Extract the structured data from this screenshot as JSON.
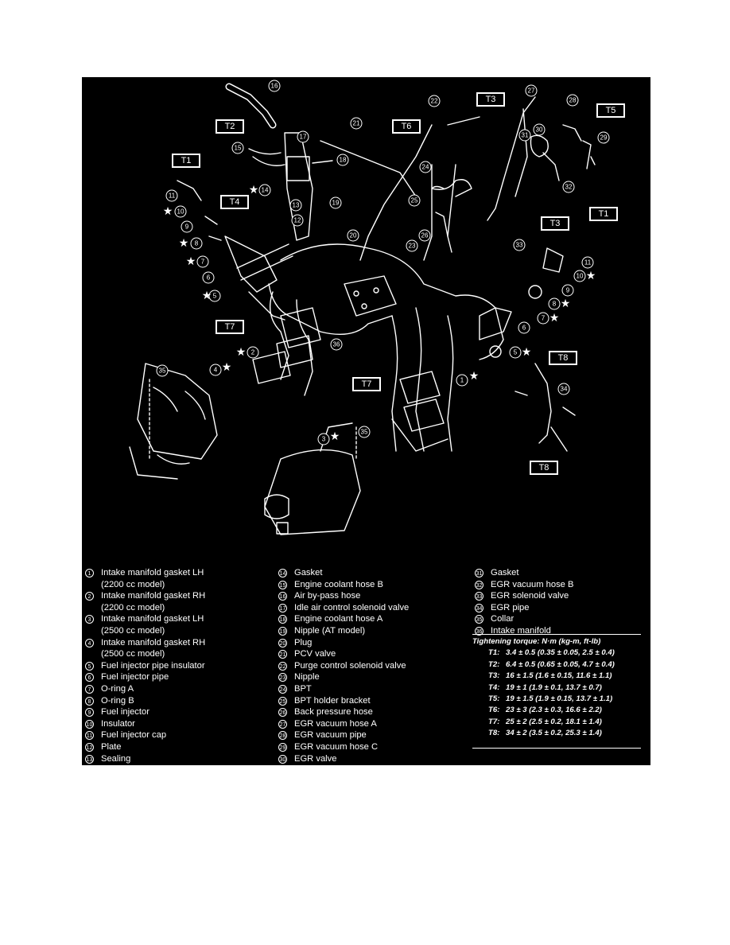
{
  "diagram": {
    "torque_boxes": {
      "t1_left": "T1",
      "t1_right": "T1",
      "t2": "T2",
      "t3_top": "T3",
      "t3_mid": "T3",
      "t4": "T4",
      "t5": "T5",
      "t6": "T6",
      "t7_left": "T7",
      "t7_mid": "T7",
      "t8_top": "T8",
      "t8_bottom": "T8"
    },
    "callouts": {
      "c16": "16",
      "c21": "21",
      "c22": "22",
      "c27": "27",
      "c28": "28",
      "c30": "30",
      "c31": "31",
      "c29": "29",
      "c32": "32",
      "c15": "15",
      "c17": "17",
      "c18": "18",
      "c14": "14",
      "c13": "13",
      "c12": "12",
      "c19": "19",
      "c20": "20",
      "c11_left": "11",
      "c10_left": "10",
      "c9_left": "9",
      "c8_left": "8",
      "c7_left": "7",
      "c6_left": "6",
      "c5_left": "5",
      "c24": "24",
      "c25": "25",
      "c26": "26",
      "c23": "23",
      "c33": "33",
      "c11_right": "11",
      "c10_right": "10",
      "c9_right": "9",
      "c8_right": "8",
      "c7_right": "7",
      "c6_right": "6",
      "c5_right": "5",
      "c36": "36",
      "c2": "2",
      "c1": "1",
      "c4": "4",
      "c35_left": "35",
      "c3": "3",
      "c35_mid": "35",
      "c34": "34"
    }
  },
  "legend": {
    "col1": [
      {
        "num": "1",
        "text": "Intake manifold gasket LH"
      },
      {
        "num": "",
        "text": "(2200 cc model)"
      },
      {
        "num": "2",
        "text": "Intake manifold gasket RH"
      },
      {
        "num": "",
        "text": "(2200 cc model)"
      },
      {
        "num": "3",
        "text": "Intake manifold gasket LH"
      },
      {
        "num": "",
        "text": "(2500 cc model)"
      },
      {
        "num": "4",
        "text": "Intake manifold gasket RH"
      },
      {
        "num": "",
        "text": "(2500 cc model)"
      },
      {
        "num": "5",
        "text": "Fuel injector pipe insulator"
      },
      {
        "num": "6",
        "text": "Fuel injector pipe"
      },
      {
        "num": "7",
        "text": "O-ring A"
      },
      {
        "num": "8",
        "text": "O-ring B"
      },
      {
        "num": "9",
        "text": "Fuel injector"
      },
      {
        "num": "10",
        "text": "Insulator"
      },
      {
        "num": "11",
        "text": "Fuel injector cap"
      },
      {
        "num": "12",
        "text": "Plate"
      },
      {
        "num": "13",
        "text": "Sealing"
      }
    ],
    "col2": [
      {
        "num": "14",
        "text": "Gasket"
      },
      {
        "num": "15",
        "text": "Engine coolant hose B"
      },
      {
        "num": "16",
        "text": "Air by-pass hose"
      },
      {
        "num": "17",
        "text": "Idle air control solenoid valve"
      },
      {
        "num": "18",
        "text": "Engine coolant hose A"
      },
      {
        "num": "19",
        "text": "Nipple (AT model)"
      },
      {
        "num": "20",
        "text": "Plug"
      },
      {
        "num": "21",
        "text": "PCV valve"
      },
      {
        "num": "22",
        "text": "Purge control solenoid valve"
      },
      {
        "num": "23",
        "text": "Nipple"
      },
      {
        "num": "24",
        "text": "BPT"
      },
      {
        "num": "25",
        "text": "BPT holder bracket"
      },
      {
        "num": "26",
        "text": "Back pressure hose"
      },
      {
        "num": "27",
        "text": "EGR vacuum hose A"
      },
      {
        "num": "28",
        "text": "EGR vacuum pipe"
      },
      {
        "num": "29",
        "text": "EGR vacuum hose C"
      },
      {
        "num": "30",
        "text": "EGR valve"
      }
    ],
    "col3": [
      {
        "num": "31",
        "text": "Gasket"
      },
      {
        "num": "32",
        "text": "EGR vacuum hose B"
      },
      {
        "num": "33",
        "text": "EGR solenoid valve"
      },
      {
        "num": "34",
        "text": "EGR pipe"
      },
      {
        "num": "35",
        "text": "Collar"
      },
      {
        "num": "36",
        "text": "Intake manifold"
      }
    ]
  },
  "torque": {
    "title": "Tightening torque: N·m (kg-m, ft-lb)",
    "rows": [
      {
        "key": "T1:",
        "value": "3.4 ± 0.5 (0.35 ± 0.05, 2.5 ± 0.4)"
      },
      {
        "key": "T2:",
        "value": "6.4 ± 0.5 (0.65 ± 0.05, 4.7 ± 0.4)"
      },
      {
        "key": "T3:",
        "value": "16 ± 1.5 (1.6 ± 0.15, 11.6 ± 1.1)"
      },
      {
        "key": "T4:",
        "value": "19 ± 1 (1.9 ± 0.1, 13.7 ± 0.7)"
      },
      {
        "key": "T5:",
        "value": "19 ± 1.5 (1.9 ± 0.15, 13.7 ± 1.1)"
      },
      {
        "key": "T6:",
        "value": "23 ± 3 (2.3 ± 0.3, 16.6 ± 2.2)"
      },
      {
        "key": "T7:",
        "value": "25 ± 2 (2.5 ± 0.2, 18.1 ± 1.4)"
      },
      {
        "key": "T8:",
        "value": "34 ± 2 (3.5 ± 0.2, 25.3 ± 1.4)"
      }
    ]
  }
}
